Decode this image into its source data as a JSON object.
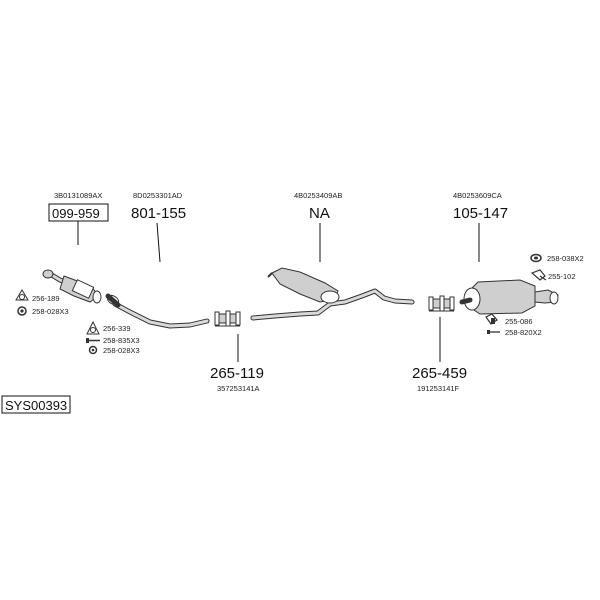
{
  "diagram_code": "SYS00393",
  "parts": {
    "front_pipe": {
      "oe": "3B0131089AX",
      "number": "099-959"
    },
    "middle_pipe": {
      "oe": "8D0253301AD",
      "number": "801-155"
    },
    "center_silencer": {
      "oe": "4B0253409AB",
      "number": "NA"
    },
    "rear_silencer": {
      "oe": "4B0253609CA",
      "number": "105-147"
    },
    "clamp_front": {
      "number": "265-119",
      "oe": "357253141A"
    },
    "clamp_rear": {
      "number": "265-459",
      "oe": "191253141F"
    }
  },
  "small_parts": {
    "gasket_256_189": "256-189",
    "nut_258_028_a": "258-028X3",
    "gasket_256_339": "256-339",
    "bolt_258_835": "258-835X3",
    "nut_258_028_b": "258-028X3",
    "rubber_258_038": "258-038X2",
    "bracket_255_102": "255-102",
    "bracket_255_086": "255-086",
    "bolt_258_820": "258-820X2"
  }
}
